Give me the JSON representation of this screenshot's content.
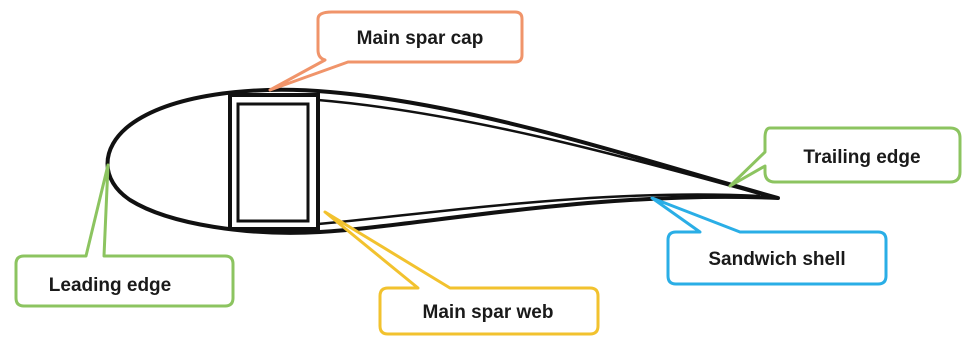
{
  "labels": {
    "main_spar_cap": "Main spar cap",
    "trailing_edge": "Trailing edge",
    "leading_edge": "Leading edge",
    "sandwich_shell": "Sandwich shell",
    "main_spar_web": "Main spar web"
  },
  "colors": {
    "outline": "#111111",
    "main_spar_cap": "#f0946a",
    "trailing_edge": "#8cc460",
    "leading_edge": "#8cc460",
    "sandwich_shell": "#2aaee6",
    "main_spar_web": "#f2c22e"
  }
}
